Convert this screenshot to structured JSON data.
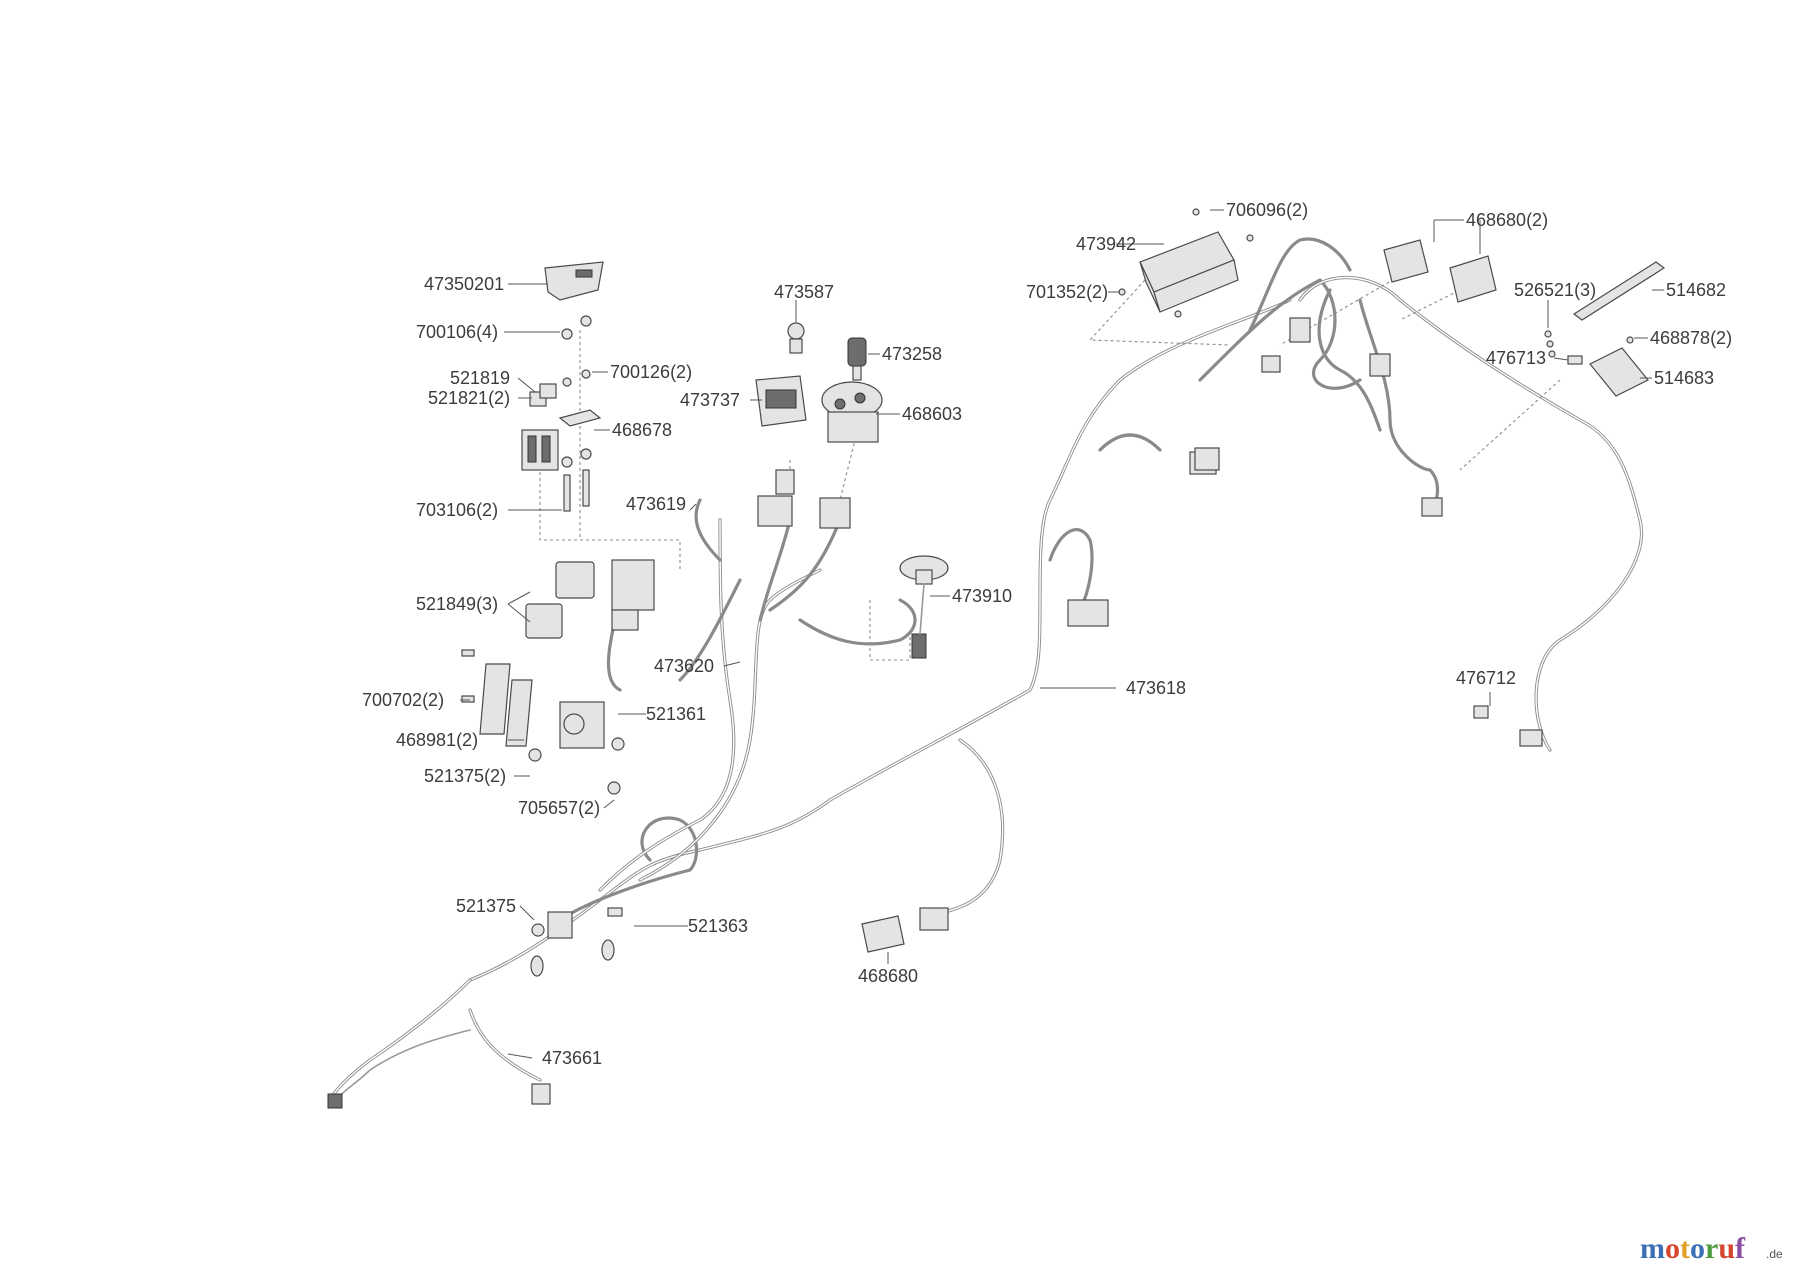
{
  "callouts": {
    "p47350201": "47350201",
    "p700106": "700106(4)",
    "p521819": "521819",
    "p521821": "521821(2)",
    "p700126": "700126(2)",
    "p468678": "468678",
    "p703106": "703106(2)",
    "p473587": "473587",
    "p473258": "473258",
    "p473737": "473737",
    "p468603": "468603",
    "p473619": "473619",
    "p473910": "473910",
    "p521849": "521849(3)",
    "p473620": "473620",
    "p700702": "700702(2)",
    "p521361": "521361",
    "p468981": "468981(2)",
    "p521375x2": "521375(2)",
    "p705657": "705657(2)",
    "p473618": "473618",
    "p521375": "521375",
    "p521363": "521363",
    "p468680": "468680",
    "p473661": "473661",
    "p706096": "706096(2)",
    "p473942": "473942",
    "p701352": "701352(2)",
    "p468680x2": "468680(2)",
    "p526521": "526521(3)",
    "p514682": "514682",
    "p468878": "468878(2)",
    "p476713": "476713",
    "p514683": "514683",
    "p476712": "476712"
  },
  "watermark": {
    "brand": "motoruf",
    "suffix": ".de",
    "colors": [
      "#3d6fb6",
      "#d4462e",
      "#e2a126",
      "#3d6fb6",
      "#4f9a3f",
      "#d4462e",
      "#8a4fa0"
    ]
  }
}
